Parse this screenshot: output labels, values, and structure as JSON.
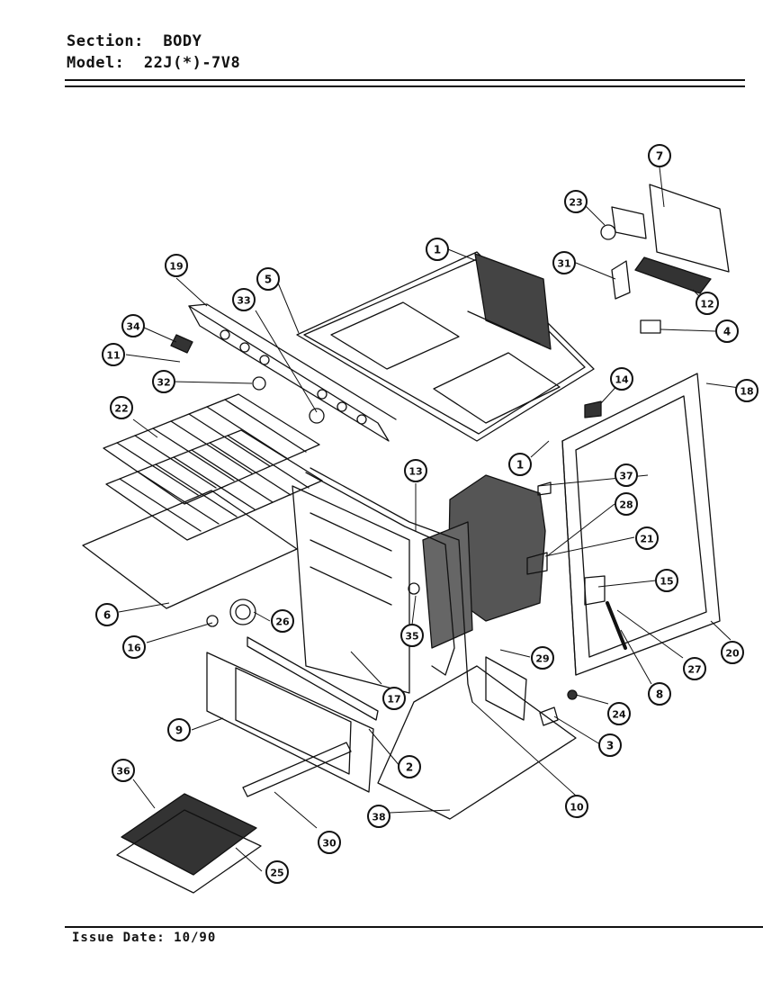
{
  "header": {
    "section_label": "Section:",
    "section_value": "BODY",
    "model_label": "Model:",
    "model_value": "22J(*)-7V8"
  },
  "footer": {
    "issue_date": "Issue Date: 10/90"
  },
  "callouts": [
    {
      "id": "c1a",
      "label": "1"
    },
    {
      "id": "c1b",
      "label": "1"
    },
    {
      "id": "c2",
      "label": "2"
    },
    {
      "id": "c3",
      "label": "3"
    },
    {
      "id": "c4",
      "label": "4"
    },
    {
      "id": "c5",
      "label": "5"
    },
    {
      "id": "c6",
      "label": "6"
    },
    {
      "id": "c7",
      "label": "7"
    },
    {
      "id": "c8",
      "label": "8"
    },
    {
      "id": "c9",
      "label": "9"
    },
    {
      "id": "c10",
      "label": "10"
    },
    {
      "id": "c11",
      "label": "11"
    },
    {
      "id": "c12",
      "label": "12"
    },
    {
      "id": "c13",
      "label": "13"
    },
    {
      "id": "c14",
      "label": "14"
    },
    {
      "id": "c15",
      "label": "15"
    },
    {
      "id": "c16",
      "label": "16"
    },
    {
      "id": "c17",
      "label": "17"
    },
    {
      "id": "c18",
      "label": "18"
    },
    {
      "id": "c19",
      "label": "19"
    },
    {
      "id": "c20",
      "label": "20"
    },
    {
      "id": "c21",
      "label": "21"
    },
    {
      "id": "c22",
      "label": "22"
    },
    {
      "id": "c23",
      "label": "23"
    },
    {
      "id": "c24",
      "label": "24"
    },
    {
      "id": "c25",
      "label": "25"
    },
    {
      "id": "c26",
      "label": "26"
    },
    {
      "id": "c27",
      "label": "27"
    },
    {
      "id": "c28",
      "label": "28"
    },
    {
      "id": "c29",
      "label": "29"
    },
    {
      "id": "c30",
      "label": "30"
    },
    {
      "id": "c31",
      "label": "31"
    },
    {
      "id": "c32",
      "label": "32"
    },
    {
      "id": "c33",
      "label": "33"
    },
    {
      "id": "c34",
      "label": "34"
    },
    {
      "id": "c35",
      "label": "35"
    },
    {
      "id": "c36",
      "label": "36"
    },
    {
      "id": "c37",
      "label": "37"
    },
    {
      "id": "c38",
      "label": "38"
    }
  ]
}
